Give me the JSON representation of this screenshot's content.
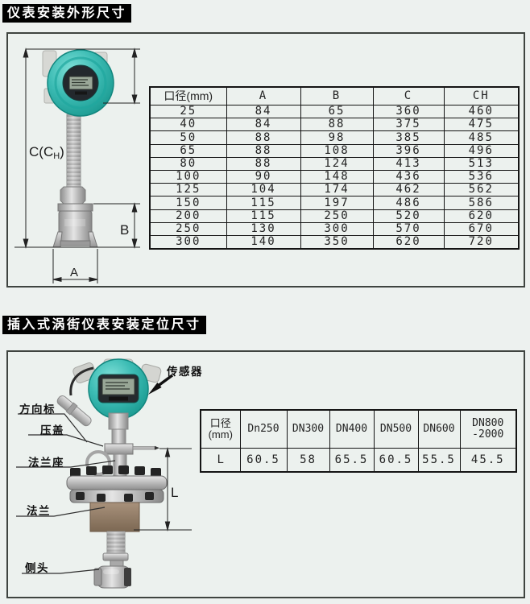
{
  "page": {
    "background": "#edf1ef"
  },
  "section1": {
    "title": "仪表安装外形尺寸",
    "dims": {
      "c_pre": "C(C",
      "c_sub": "H",
      "c_post": ")",
      "a": "A",
      "b": "B"
    },
    "table": {
      "headers": [
        "口径(mm)",
        "A",
        "B",
        "C",
        "CH"
      ],
      "rows": [
        [
          "25",
          "84",
          "65",
          "360",
          "460"
        ],
        [
          "40",
          "84",
          "88",
          "375",
          "475"
        ],
        [
          "50",
          "88",
          "98",
          "385",
          "485"
        ],
        [
          "65",
          "88",
          "108",
          "396",
          "496"
        ],
        [
          "80",
          "88",
          "124",
          "413",
          "513"
        ],
        [
          "100",
          "90",
          "148",
          "436",
          "536"
        ],
        [
          "125",
          "104",
          "174",
          "462",
          "562"
        ],
        [
          "150",
          "115",
          "197",
          "486",
          "586"
        ],
        [
          "200",
          "115",
          "250",
          "520",
          "620"
        ],
        [
          "250",
          "130",
          "300",
          "570",
          "670"
        ],
        [
          "300",
          "140",
          "350",
          "620",
          "720"
        ]
      ]
    }
  },
  "section2": {
    "title": "插入式涡街仪表安装定位尺寸",
    "callouts": {
      "sensor": "传感器",
      "direction_indicator": "方向标",
      "gland": "压盖",
      "flange_seat": "法兰座",
      "flange": "法兰",
      "probe": "侧头"
    },
    "dims": {
      "l": "L"
    },
    "table": {
      "corner_line1": "口径",
      "corner_line2": "(mm)",
      "headers": [
        "Dn250",
        "DN300",
        "DN400",
        "DN500",
        "DN600"
      ],
      "header_last_line1": "DN800",
      "header_last_line2": "-2000",
      "row_label": "L",
      "values": [
        "60.5",
        "58",
        "65.5",
        "60.5",
        "55.5",
        "45.5"
      ]
    }
  },
  "colors": {
    "teal": "#3cbcb4",
    "teal_dark": "#12867e",
    "lcd_screen": "#98a696",
    "weldolet_brown": "#9a8672",
    "line": "#222222"
  }
}
